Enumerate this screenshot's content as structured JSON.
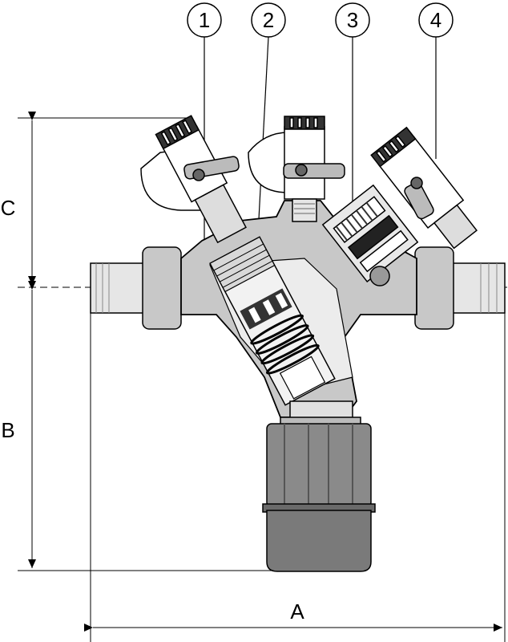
{
  "callouts": [
    {
      "number": "1"
    },
    {
      "number": "2"
    },
    {
      "number": "3"
    },
    {
      "number": "4"
    }
  ],
  "dimensions": {
    "a": "A",
    "b": "B",
    "c": "C"
  },
  "colors": {
    "body": "#c8c8c8",
    "body_dark": "#a0a0a0",
    "cap": "#7a7a7a",
    "line": "#000000",
    "highlight": "#ffffff"
  }
}
